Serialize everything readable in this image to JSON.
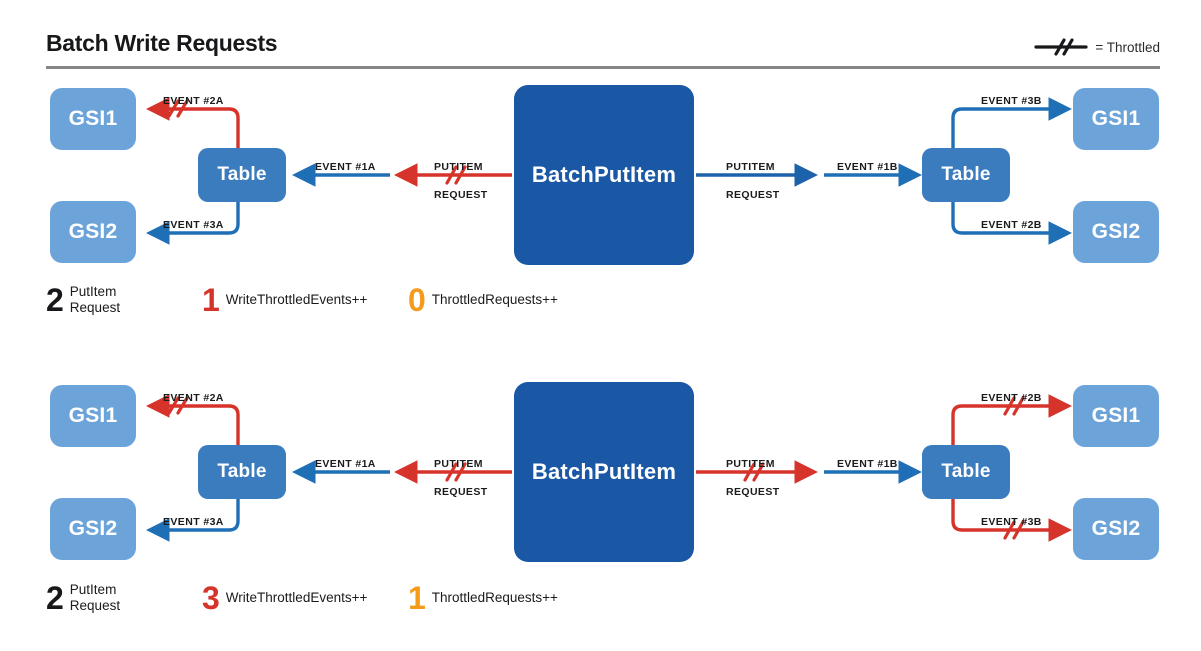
{
  "header": {
    "title": "Batch Write Requests",
    "legend": {
      "symbol_name": "throttle-slash-symbol",
      "label": "= Throttled"
    }
  },
  "colors": {
    "blue_dark": "#1a58a5",
    "blue_mid": "#3b7cbf",
    "blue_light": "#6ca4da",
    "blue_arrow": "#1f6fb6",
    "blue_arrow_dark": "#1c62ab",
    "red": "#d6342a",
    "orange": "#f59b1c",
    "black": "#17181a",
    "rule": "#868686"
  },
  "nodes": {
    "gsi1": "GSI1",
    "gsi2": "GSI2",
    "table": "Table",
    "batch": "BatchPutItem"
  },
  "rows": [
    {
      "id": "row-1",
      "edges": {
        "left_gsi1": {
          "label": "EVENT #2A",
          "color": "red",
          "throttled": true
        },
        "left_gsi2": {
          "label": "EVENT #3A",
          "color": "blue",
          "throttled": false
        },
        "left_event1": {
          "label": "EVENT #1A",
          "color": "blue",
          "throttled": false
        },
        "left_putitem": {
          "label_line1": "PUTITEM",
          "label_line2": "REQUEST",
          "color": "red",
          "throttled": true
        },
        "right_putitem": {
          "label_line1": "PUTITEM",
          "label_line2": "REQUEST",
          "color": "blue",
          "throttled": false
        },
        "right_event1": {
          "label": "EVENT #1B",
          "color": "blue",
          "throttled": false
        },
        "right_gsi1": {
          "label": "EVENT #3B",
          "color": "blue",
          "throttled": false
        },
        "right_gsi2": {
          "label": "EVENT #2B",
          "color": "blue",
          "throttled": false
        }
      },
      "metrics": [
        {
          "value": "2",
          "color": "black",
          "line1": "PutItem",
          "line2": "Request"
        },
        {
          "value": "1",
          "color": "red",
          "line1": "WriteThrottledEvents++",
          "line2": ""
        },
        {
          "value": "0",
          "color": "orange",
          "line1": "ThrottledRequests++",
          "line2": ""
        }
      ]
    },
    {
      "id": "row-2",
      "edges": {
        "left_gsi1": {
          "label": "EVENT #2A",
          "color": "red",
          "throttled": true
        },
        "left_gsi2": {
          "label": "EVENT #3A",
          "color": "blue",
          "throttled": false
        },
        "left_event1": {
          "label": "EVENT #1A",
          "color": "blue",
          "throttled": false
        },
        "left_putitem": {
          "label_line1": "PUTITEM",
          "label_line2": "REQUEST",
          "color": "red",
          "throttled": true
        },
        "right_putitem": {
          "label_line1": "PUTITEM",
          "label_line2": "REQUEST",
          "color": "red",
          "throttled": true
        },
        "right_event1": {
          "label": "EVENT #1B",
          "color": "blue",
          "throttled": false
        },
        "right_gsi1": {
          "label": "EVENT #2B",
          "color": "red",
          "throttled": true
        },
        "right_gsi2": {
          "label": "EVENT #3B",
          "color": "red",
          "throttled": true
        }
      },
      "metrics": [
        {
          "value": "2",
          "color": "black",
          "line1": "PutItem",
          "line2": "Request"
        },
        {
          "value": "3",
          "color": "red",
          "line1": "WriteThrottledEvents++",
          "line2": ""
        },
        {
          "value": "1",
          "color": "orange",
          "line1": "ThrottledRequests++",
          "line2": ""
        }
      ]
    }
  ]
}
